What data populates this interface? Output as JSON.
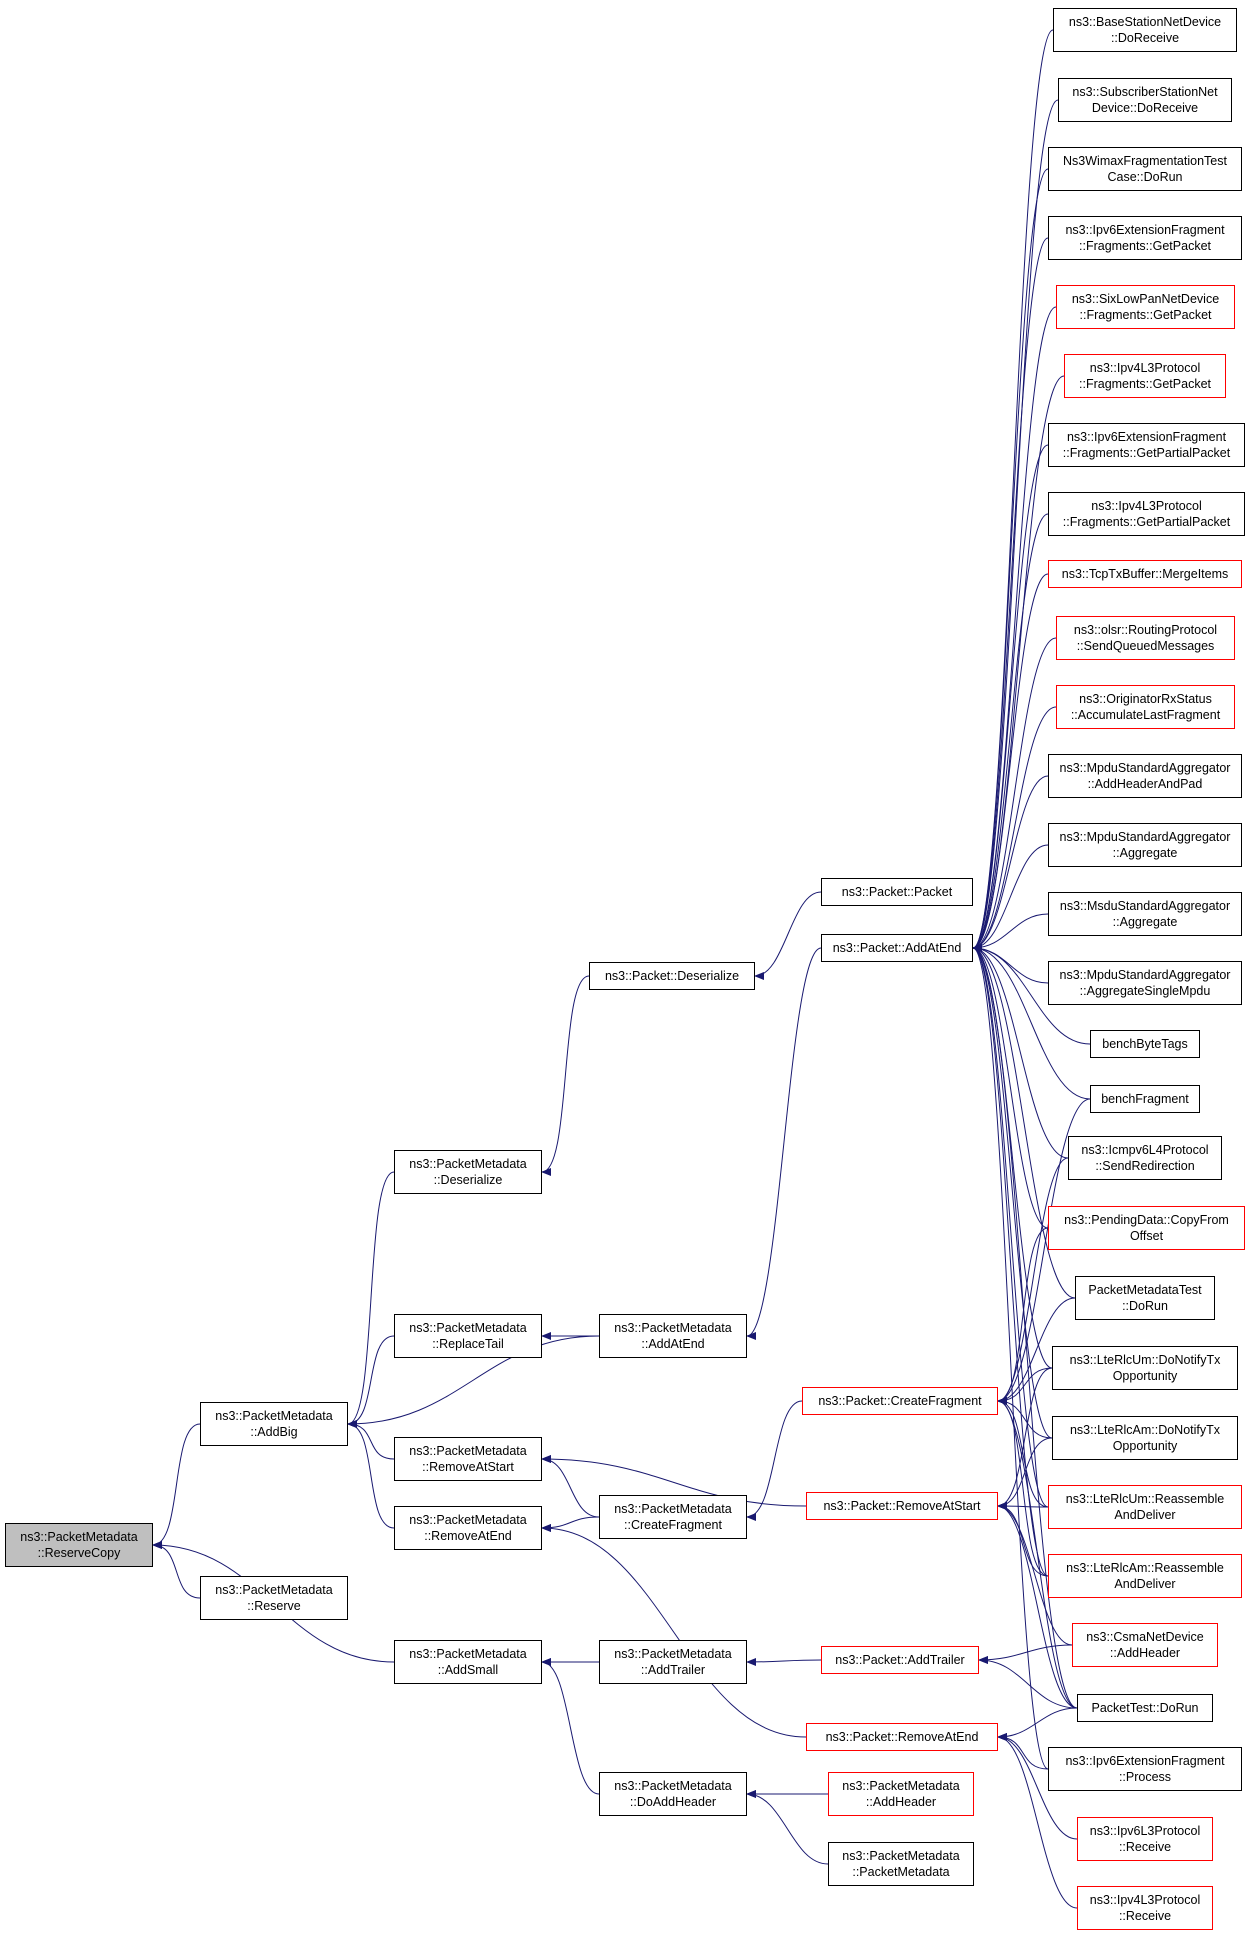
{
  "graph": {
    "edge_color": "#191970",
    "link_border_color": "#ff0000",
    "focus_fill": "#bfbfbf",
    "nodes": [
      {
        "id": "reservecopy",
        "lines": [
          "ns3::PacketMetadata",
          "::ReserveCopy"
        ],
        "border": "black",
        "focus": true
      },
      {
        "id": "addbig",
        "lines": [
          "ns3::PacketMetadata",
          "::AddBig"
        ],
        "border": "black"
      },
      {
        "id": "reserve",
        "lines": [
          "ns3::PacketMetadata",
          "::Reserve"
        ],
        "border": "black"
      },
      {
        "id": "pm-deserialize",
        "lines": [
          "ns3::PacketMetadata",
          "::Deserialize"
        ],
        "border": "black"
      },
      {
        "id": "pm-replacetail",
        "lines": [
          "ns3::PacketMetadata",
          "::ReplaceTail"
        ],
        "border": "black"
      },
      {
        "id": "pm-removeatstart",
        "lines": [
          "ns3::PacketMetadata",
          "::RemoveAtStart"
        ],
        "border": "black"
      },
      {
        "id": "pm-removeatend",
        "lines": [
          "ns3::PacketMetadata",
          "::RemoveAtEnd"
        ],
        "border": "black"
      },
      {
        "id": "pm-addsmall",
        "lines": [
          "ns3::PacketMetadata",
          "::AddSmall"
        ],
        "border": "black"
      },
      {
        "id": "p-deserialize",
        "lines": [
          "ns3::Packet::Deserialize"
        ],
        "border": "black"
      },
      {
        "id": "pm-addatend",
        "lines": [
          "ns3::PacketMetadata",
          "::AddAtEnd"
        ],
        "border": "black"
      },
      {
        "id": "pm-createfragment",
        "lines": [
          "ns3::PacketMetadata",
          "::CreateFragment"
        ],
        "border": "black"
      },
      {
        "id": "pm-addtrailer",
        "lines": [
          "ns3::PacketMetadata",
          "::AddTrailer"
        ],
        "border": "black"
      },
      {
        "id": "pm-doaddheader",
        "lines": [
          "ns3::PacketMetadata",
          "::DoAddHeader"
        ],
        "border": "black"
      },
      {
        "id": "p-packet",
        "lines": [
          "ns3::Packet::Packet"
        ],
        "border": "black"
      },
      {
        "id": "p-addatend",
        "lines": [
          "ns3::Packet::AddAtEnd"
        ],
        "border": "black"
      },
      {
        "id": "p-createfragment",
        "lines": [
          "ns3::Packet::CreateFragment"
        ],
        "border": "red"
      },
      {
        "id": "p-removeatstart",
        "lines": [
          "ns3::Packet::RemoveAtStart"
        ],
        "border": "red"
      },
      {
        "id": "p-addtrailer",
        "lines": [
          "ns3::Packet::AddTrailer"
        ],
        "border": "red"
      },
      {
        "id": "p-removeatend",
        "lines": [
          "ns3::Packet::RemoveAtEnd"
        ],
        "border": "red"
      },
      {
        "id": "pm-addheader",
        "lines": [
          "ns3::PacketMetadata",
          "::AddHeader"
        ],
        "border": "red"
      },
      {
        "id": "pm-packetmetadata",
        "lines": [
          "ns3::PacketMetadata",
          "::PacketMetadata"
        ],
        "border": "black"
      },
      {
        "id": "r-basestation",
        "lines": [
          "ns3::BaseStationNetDevice",
          "::DoReceive"
        ],
        "border": "black"
      },
      {
        "id": "r-subscriber",
        "lines": [
          "ns3::SubscriberStationNet",
          "Device::DoReceive"
        ],
        "border": "black"
      },
      {
        "id": "r-wimaxfrag",
        "lines": [
          "Ns3WimaxFragmentationTest",
          "Case::DoRun"
        ],
        "border": "black"
      },
      {
        "id": "r-ipv6frag-getpacket",
        "lines": [
          "ns3::Ipv6ExtensionFragment",
          "::Fragments::GetPacket"
        ],
        "border": "black"
      },
      {
        "id": "r-sixlowpan",
        "lines": [
          "ns3::SixLowPanNetDevice",
          "::Fragments::GetPacket"
        ],
        "border": "red"
      },
      {
        "id": "r-ipv4l3-getpacket",
        "lines": [
          "ns3::Ipv4L3Protocol",
          "::Fragments::GetPacket"
        ],
        "border": "red"
      },
      {
        "id": "r-ipv6frag-getpartial",
        "lines": [
          "ns3::Ipv6ExtensionFragment",
          "::Fragments::GetPartialPacket"
        ],
        "border": "black"
      },
      {
        "id": "r-ipv4l3-getpartial",
        "lines": [
          "ns3::Ipv4L3Protocol",
          "::Fragments::GetPartialPacket"
        ],
        "border": "black"
      },
      {
        "id": "r-tcptxbuffer",
        "lines": [
          "ns3::TcpTxBuffer::MergeItems"
        ],
        "border": "red"
      },
      {
        "id": "r-olsr",
        "lines": [
          "ns3::olsr::RoutingProtocol",
          "::SendQueuedMessages"
        ],
        "border": "red"
      },
      {
        "id": "r-originator",
        "lines": [
          "ns3::OriginatorRxStatus",
          "::AccumulateLastFragment"
        ],
        "border": "red"
      },
      {
        "id": "r-mpdu-addheader",
        "lines": [
          "ns3::MpduStandardAggregator",
          "::AddHeaderAndPad"
        ],
        "border": "black"
      },
      {
        "id": "r-mpdu-aggregate",
        "lines": [
          "ns3::MpduStandardAggregator",
          "::Aggregate"
        ],
        "border": "black"
      },
      {
        "id": "r-msdu-aggregate",
        "lines": [
          "ns3::MsduStandardAggregator",
          "::Aggregate"
        ],
        "border": "black"
      },
      {
        "id": "r-mpdu-single",
        "lines": [
          "ns3::MpduStandardAggregator",
          "::AggregateSingleMpdu"
        ],
        "border": "black"
      },
      {
        "id": "r-benchbytetags",
        "lines": [
          "benchByteTags"
        ],
        "border": "black"
      },
      {
        "id": "r-benchfragment",
        "lines": [
          "benchFragment"
        ],
        "border": "black"
      },
      {
        "id": "r-icmpv6",
        "lines": [
          "ns3::Icmpv6L4Protocol",
          "::SendRedirection"
        ],
        "border": "black"
      },
      {
        "id": "r-pendingdata",
        "lines": [
          "ns3::PendingData::CopyFrom",
          "Offset"
        ],
        "border": "red"
      },
      {
        "id": "r-pmtest",
        "lines": [
          "PacketMetadataTest",
          "::DoRun"
        ],
        "border": "black"
      },
      {
        "id": "r-lterlcum-notify",
        "lines": [
          "ns3::LteRlcUm::DoNotifyTx",
          "Opportunity"
        ],
        "border": "black"
      },
      {
        "id": "r-lterlcam-notify",
        "lines": [
          "ns3::LteRlcAm::DoNotifyTx",
          "Opportunity"
        ],
        "border": "black"
      },
      {
        "id": "r-lterlcum-reassemble",
        "lines": [
          "ns3::LteRlcUm::Reassemble",
          "AndDeliver"
        ],
        "border": "red"
      },
      {
        "id": "r-lterlcam-reassemble",
        "lines": [
          "ns3::LteRlcAm::Reassemble",
          "AndDeliver"
        ],
        "border": "red"
      },
      {
        "id": "r-csma",
        "lines": [
          "ns3::CsmaNetDevice",
          "::AddHeader"
        ],
        "border": "red"
      },
      {
        "id": "r-packettest",
        "lines": [
          "PacketTest::DoRun"
        ],
        "border": "black"
      },
      {
        "id": "r-ipv6frag-process",
        "lines": [
          "ns3::Ipv6ExtensionFragment",
          "::Process"
        ],
        "border": "black"
      },
      {
        "id": "r-ipv6l3-receive",
        "lines": [
          "ns3::Ipv6L3Protocol",
          "::Receive"
        ],
        "border": "red"
      },
      {
        "id": "r-ipv4l3-receive",
        "lines": [
          "ns3::Ipv4L3Protocol",
          "::Receive"
        ],
        "border": "red"
      }
    ],
    "edges": [
      [
        "addbig",
        "reservecopy"
      ],
      [
        "reserve",
        "reservecopy"
      ],
      [
        "pm-addsmall",
        "reservecopy"
      ],
      [
        "pm-deserialize",
        "addbig"
      ],
      [
        "pm-replacetail",
        "addbig"
      ],
      [
        "pm-addatend",
        "addbig"
      ],
      [
        "pm-removeatstart",
        "addbig"
      ],
      [
        "pm-removeatend",
        "addbig"
      ],
      [
        "p-deserialize",
        "pm-deserialize"
      ],
      [
        "p-packet",
        "p-deserialize"
      ],
      [
        "pm-addatend",
        "pm-replacetail"
      ],
      [
        "p-addatend",
        "pm-addatend"
      ],
      [
        "pm-createfragment",
        "pm-removeatstart"
      ],
      [
        "p-removeatstart",
        "pm-removeatstart"
      ],
      [
        "pm-createfragment",
        "pm-removeatend"
      ],
      [
        "p-removeatend",
        "pm-removeatend"
      ],
      [
        "p-createfragment",
        "pm-createfragment"
      ],
      [
        "pm-addtrailer",
        "pm-addsmall"
      ],
      [
        "pm-doaddheader",
        "pm-addsmall"
      ],
      [
        "p-addtrailer",
        "pm-addtrailer"
      ],
      [
        "pm-addheader",
        "pm-doaddheader"
      ],
      [
        "pm-packetmetadata",
        "pm-doaddheader"
      ],
      [
        "r-basestation",
        "p-addatend"
      ],
      [
        "r-subscriber",
        "p-addatend"
      ],
      [
        "r-wimaxfrag",
        "p-addatend"
      ],
      [
        "r-ipv6frag-getpacket",
        "p-addatend"
      ],
      [
        "r-sixlowpan",
        "p-addatend"
      ],
      [
        "r-ipv4l3-getpacket",
        "p-addatend"
      ],
      [
        "r-ipv6frag-getpartial",
        "p-addatend"
      ],
      [
        "r-ipv4l3-getpartial",
        "p-addatend"
      ],
      [
        "r-tcptxbuffer",
        "p-addatend"
      ],
      [
        "r-olsr",
        "p-addatend"
      ],
      [
        "r-originator",
        "p-addatend"
      ],
      [
        "r-mpdu-addheader",
        "p-addatend"
      ],
      [
        "r-mpdu-aggregate",
        "p-addatend"
      ],
      [
        "r-msdu-aggregate",
        "p-addatend"
      ],
      [
        "r-mpdu-single",
        "p-addatend"
      ],
      [
        "r-benchbytetags",
        "p-addatend"
      ],
      [
        "r-benchfragment",
        "p-addatend"
      ],
      [
        "r-icmpv6",
        "p-addatend"
      ],
      [
        "r-pendingdata",
        "p-addatend"
      ],
      [
        "r-pmtest",
        "p-addatend"
      ],
      [
        "r-lterlcum-notify",
        "p-addatend"
      ],
      [
        "r-lterlcam-notify",
        "p-addatend"
      ],
      [
        "r-lterlcum-reassemble",
        "p-addatend"
      ],
      [
        "r-lterlcam-reassemble",
        "p-addatend"
      ],
      [
        "r-packettest",
        "p-addatend"
      ],
      [
        "r-ipv6frag-process",
        "p-addatend"
      ],
      [
        "r-benchfragment",
        "p-createfragment"
      ],
      [
        "r-icmpv6",
        "p-createfragment"
      ],
      [
        "r-pendingdata",
        "p-createfragment"
      ],
      [
        "r-pmtest",
        "p-createfragment"
      ],
      [
        "r-lterlcum-notify",
        "p-createfragment"
      ],
      [
        "r-lterlcam-notify",
        "p-createfragment"
      ],
      [
        "r-lterlcum-reassemble",
        "p-createfragment"
      ],
      [
        "r-lterlcam-reassemble",
        "p-createfragment"
      ],
      [
        "r-packettest",
        "p-createfragment"
      ],
      [
        "r-lterlcum-notify",
        "p-removeatstart"
      ],
      [
        "r-lterlcam-notify",
        "p-removeatstart"
      ],
      [
        "r-lterlcum-reassemble",
        "p-removeatstart"
      ],
      [
        "r-lterlcam-reassemble",
        "p-removeatstart"
      ],
      [
        "r-packettest",
        "p-removeatstart"
      ],
      [
        "r-csma",
        "p-removeatstart"
      ],
      [
        "r-csma",
        "p-addtrailer"
      ],
      [
        "r-packettest",
        "p-addtrailer"
      ],
      [
        "r-packettest",
        "p-removeatend"
      ],
      [
        "r-ipv6frag-process",
        "p-removeatend"
      ],
      [
        "r-ipv6l3-receive",
        "p-removeatend"
      ],
      [
        "r-ipv4l3-receive",
        "p-removeatend"
      ]
    ]
  }
}
